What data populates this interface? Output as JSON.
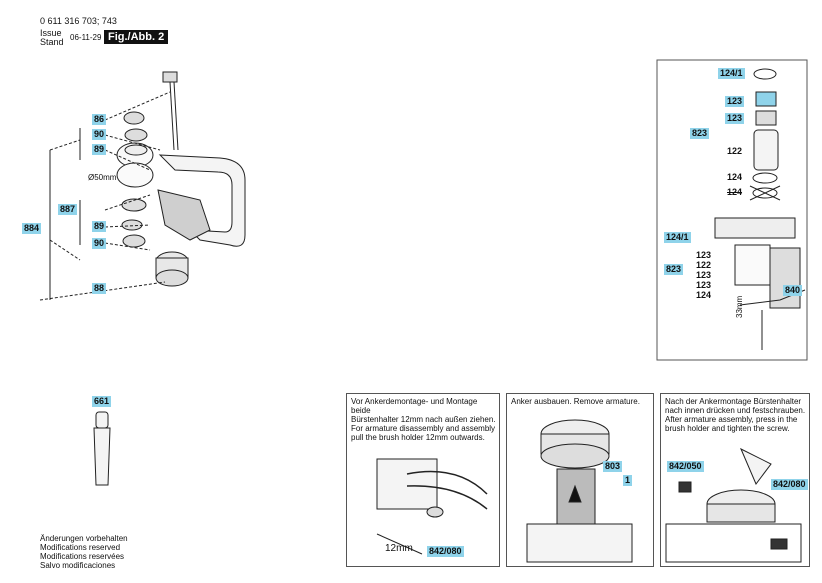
{
  "header": {
    "part_number": "0 611 316 703; 743",
    "issue_label": "Issue",
    "stand_label": "Stand",
    "date": "06-11-29",
    "figure_label": "Fig./Abb. 2"
  },
  "main_diagram": {
    "labels": {
      "l86": "86",
      "l90a": "90",
      "l89a": "89",
      "l887": "887",
      "l89b": "89",
      "l90b": "90",
      "l884": "884",
      "l88": "88",
      "diameter": "Ø50mm"
    }
  },
  "brush_detail": {
    "labels": {
      "l124_1a": "124/1",
      "l123a": "123",
      "l123b": "123",
      "l823a": "823",
      "l122a": "122",
      "l124a": "124",
      "l124b": "124",
      "l124_1b": "124/1",
      "l123c": "123",
      "l122b": "122",
      "l123d": "123",
      "l823b": "823",
      "l123e": "123",
      "l124c": "124",
      "l840": "840",
      "l33mm": "33mm"
    }
  },
  "grease": {
    "label": "661"
  },
  "panels": [
    {
      "text": [
        "Vor Ankerdemontage- und Montage beide",
        "Bürstenhalter 12mm nach außen ziehen.",
        "For armature disassembly and assembly",
        "pull the brush holder 12mm outwards."
      ],
      "dim_label": "12mm",
      "tag": "842/080"
    },
    {
      "text": [
        "Anker ausbauen. Remove armature."
      ],
      "tag_803": "803",
      "tag_1": "1"
    },
    {
      "text": [
        "Nach der Ankermontage Bürstenhalter",
        "nach innen drücken und festschrauben.",
        "After armature assembly, press in the",
        "brush holder and tighten the screw."
      ],
      "tag_a": "842/050",
      "tag_b": "842/080"
    }
  ],
  "footer": {
    "lines": [
      "Änderungen vorbehalten",
      "Modifications reserved",
      "Modifications reservées",
      "Salvo modificaciones"
    ]
  },
  "colors": {
    "tag_bg": "#8fd3ea",
    "line": "#222222"
  }
}
